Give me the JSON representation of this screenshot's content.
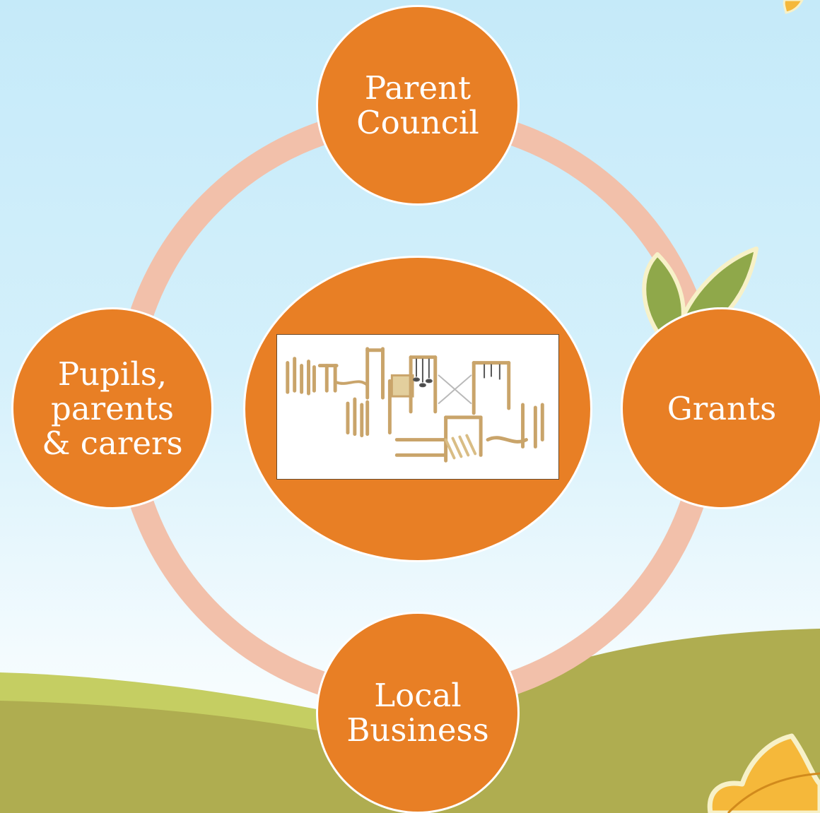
{
  "diagram": {
    "nodes": [
      {
        "id": "top",
        "label": "Parent\nCouncil"
      },
      {
        "id": "right",
        "label": "Grants"
      },
      {
        "id": "bottom",
        "label": "Local\nBusiness"
      },
      {
        "id": "left",
        "label": "Pupils,\nparents\n& carers"
      }
    ],
    "center": {
      "image": "wooden-playground-equipment"
    }
  },
  "colors": {
    "node_fill": "#e87f25",
    "ring": "#f2c0aa",
    "sky": "#c5eaf9",
    "hill_light": "#c5ce62",
    "hill_dark": "#afad50",
    "leaf_green": "#8fa84a",
    "leaf_yellow": "#f5b83a"
  }
}
